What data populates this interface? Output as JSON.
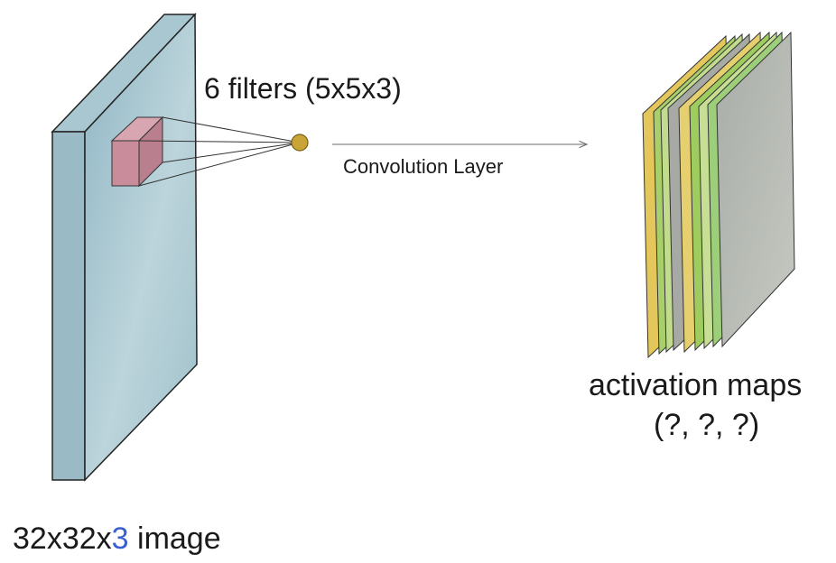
{
  "labels": {
    "filters": "6 filters (5x5x3)",
    "convolution": "Convolution Layer",
    "activation_maps": "activation maps",
    "activation_shape": "(?, ?, ?)",
    "image_prefix": "32x32x",
    "image_depth": "3",
    "image_suffix": " image"
  },
  "colors": {
    "input_volume_front": "#9dbfcb",
    "input_volume_side": "#b7d2da",
    "input_volume_top": "#a8c8d2",
    "filter_cube": "#c98c9a",
    "neuron": "#c9a437",
    "depth_accent": "#3a5fd0",
    "activation_map_colors": [
      "#e3c75a",
      "#a9cf6b",
      "#c2dc8e",
      "#a7a9a4",
      "#e6cf6f",
      "#9fcc5e",
      "#c7de95",
      "#b0b3ad",
      "#9dcf7a",
      "#b9bdb8"
    ]
  }
}
